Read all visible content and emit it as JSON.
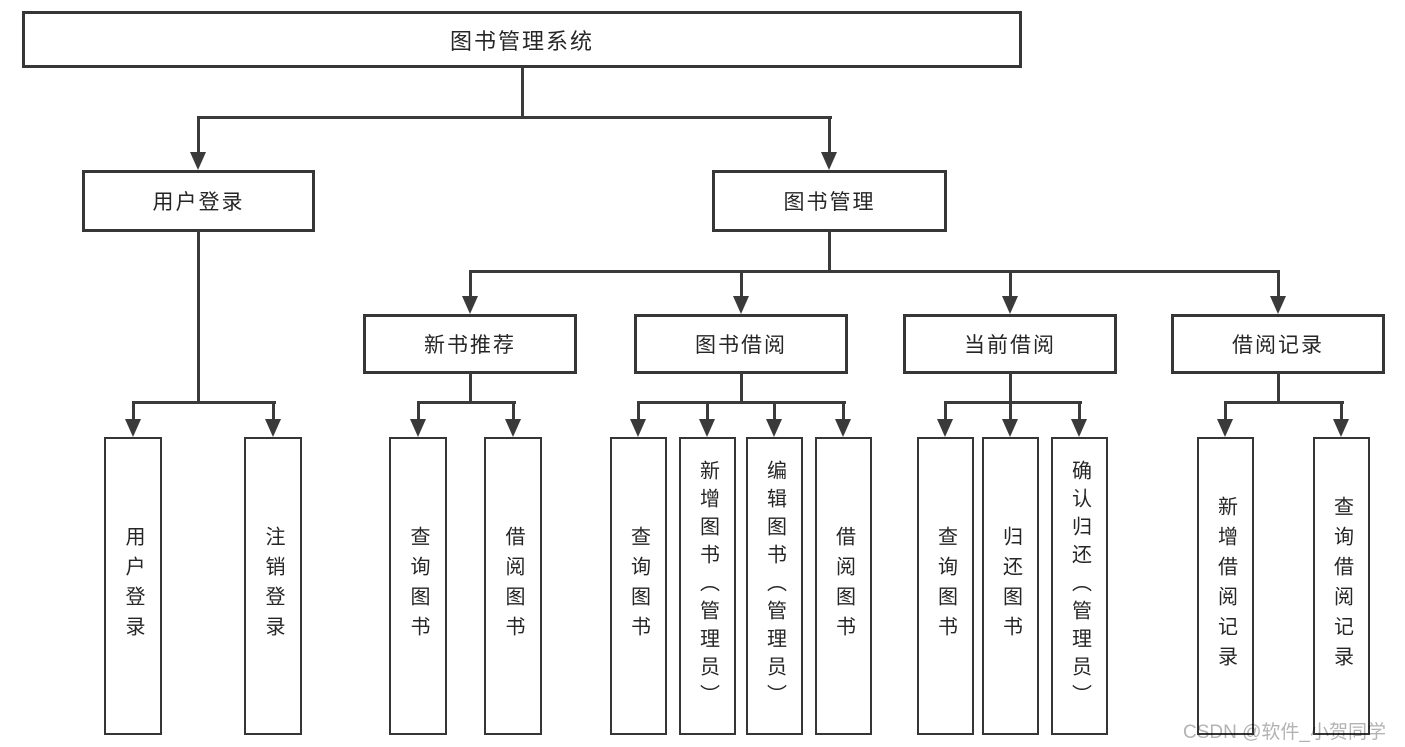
{
  "diagram": {
    "root": {
      "label": "图书管理系统"
    },
    "level2": [
      {
        "label": "用户登录"
      },
      {
        "label": "图书管理"
      }
    ],
    "level3": [
      {
        "label": "新书推荐"
      },
      {
        "label": "图书借阅"
      },
      {
        "label": "当前借阅"
      },
      {
        "label": "借阅记录"
      }
    ],
    "leaves": {
      "user_login": [
        {
          "label": "用户登录"
        },
        {
          "label": "注销登录"
        }
      ],
      "new_book_recommend": [
        {
          "label": "查询图书"
        },
        {
          "label": "借阅图书"
        }
      ],
      "book_borrow": [
        {
          "label": "查询图书"
        },
        {
          "label": "新增图书（管理员）"
        },
        {
          "label": "编辑图书（管理员）"
        },
        {
          "label": "借阅图书"
        }
      ],
      "current_borrow": [
        {
          "label": "查询图书"
        },
        {
          "label": "归还图书"
        },
        {
          "label": "确认归还（管理员）"
        }
      ],
      "borrow_record": [
        {
          "label": "新增借阅记录"
        },
        {
          "label": "查询借阅记录"
        }
      ]
    }
  },
  "watermark": {
    "text": "CSDN @软件_小贺同学"
  },
  "colors": {
    "line": "#3a3a3a",
    "box_border": "#363636",
    "text": "#262626",
    "background": "#ffffff",
    "watermark": "#b3b3b3"
  }
}
